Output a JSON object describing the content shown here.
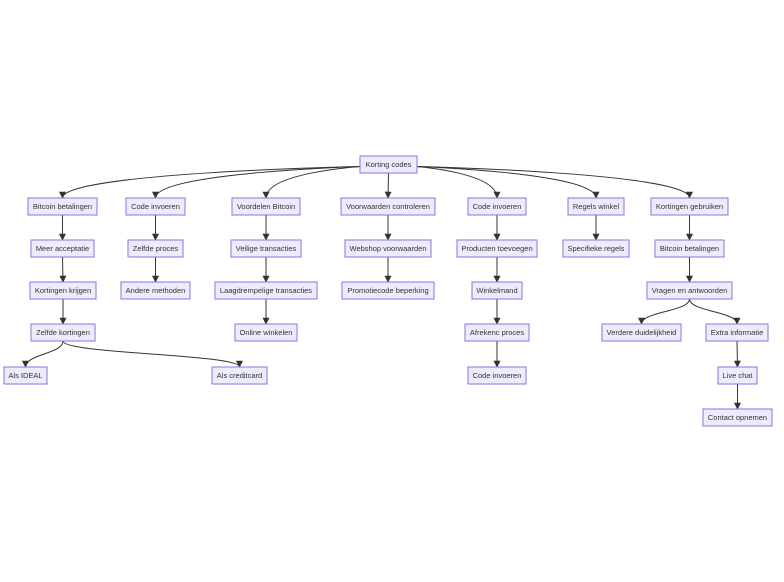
{
  "diagram": {
    "type": "flowchart",
    "colors": {
      "node_fill": "#ececff",
      "node_stroke": "#9370db",
      "edge": "#333333",
      "text": "#333333"
    },
    "nodes": [
      {
        "id": "root",
        "label": "Korting codes"
      },
      {
        "id": "b1",
        "label": "Bitcoin betalingen"
      },
      {
        "id": "b2",
        "label": "Meer acceptatie"
      },
      {
        "id": "b3",
        "label": "Kortingen krijgen"
      },
      {
        "id": "b4",
        "label": "Zelfde kortingen"
      },
      {
        "id": "b5",
        "label": "Als IDEAL"
      },
      {
        "id": "b6",
        "label": "Als creditcard"
      },
      {
        "id": "c1",
        "label": "Code invoeren"
      },
      {
        "id": "c2",
        "label": "Zelfde proces"
      },
      {
        "id": "c3",
        "label": "Andere methoden"
      },
      {
        "id": "d1",
        "label": "Voordelen Bitcoin"
      },
      {
        "id": "d2",
        "label": "Veilige transacties"
      },
      {
        "id": "d3",
        "label": "Laagdrempelige transacties"
      },
      {
        "id": "d4",
        "label": "Online winkelen"
      },
      {
        "id": "e1",
        "label": "Voorwaarden controleren"
      },
      {
        "id": "e2",
        "label": "Webshop voorwaarden"
      },
      {
        "id": "e3",
        "label": "Promotiecode beperking"
      },
      {
        "id": "f1",
        "label": "Code invoeren"
      },
      {
        "id": "f2",
        "label": "Producten toevoegen"
      },
      {
        "id": "f3",
        "label": "Winkelmand"
      },
      {
        "id": "f4",
        "label": "Afrekenc proces"
      },
      {
        "id": "f5",
        "label": "Code invoeren"
      },
      {
        "id": "g1",
        "label": "Regels winkel"
      },
      {
        "id": "g2",
        "label": "Specifieke regels"
      },
      {
        "id": "h1",
        "label": "Kortingen gebruiken"
      },
      {
        "id": "h2",
        "label": "Bitcoin betalingen"
      },
      {
        "id": "h3",
        "label": "Vragen en antwoorden"
      },
      {
        "id": "h4",
        "label": "Verdere duidelijkheid"
      },
      {
        "id": "h5",
        "label": "Extra informatie"
      },
      {
        "id": "h6",
        "label": "Live chat"
      },
      {
        "id": "h7",
        "label": "Contact opnemen"
      }
    ],
    "edges": [
      [
        "root",
        "b1"
      ],
      [
        "root",
        "c1"
      ],
      [
        "root",
        "d1"
      ],
      [
        "root",
        "e1"
      ],
      [
        "root",
        "f1"
      ],
      [
        "root",
        "g1"
      ],
      [
        "root",
        "h1"
      ],
      [
        "b1",
        "b2"
      ],
      [
        "b2",
        "b3"
      ],
      [
        "b3",
        "b4"
      ],
      [
        "b4",
        "b5"
      ],
      [
        "b4",
        "b6"
      ],
      [
        "c1",
        "c2"
      ],
      [
        "c2",
        "c3"
      ],
      [
        "d1",
        "d2"
      ],
      [
        "d2",
        "d3"
      ],
      [
        "d3",
        "d4"
      ],
      [
        "e1",
        "e2"
      ],
      [
        "e2",
        "e3"
      ],
      [
        "f1",
        "f2"
      ],
      [
        "f2",
        "f3"
      ],
      [
        "f3",
        "f4"
      ],
      [
        "f4",
        "f5"
      ],
      [
        "g1",
        "g2"
      ],
      [
        "h1",
        "h2"
      ],
      [
        "h2",
        "h3"
      ],
      [
        "h3",
        "h4"
      ],
      [
        "h3",
        "h5"
      ],
      [
        "h5",
        "h6"
      ],
      [
        "h6",
        "h7"
      ]
    ]
  }
}
